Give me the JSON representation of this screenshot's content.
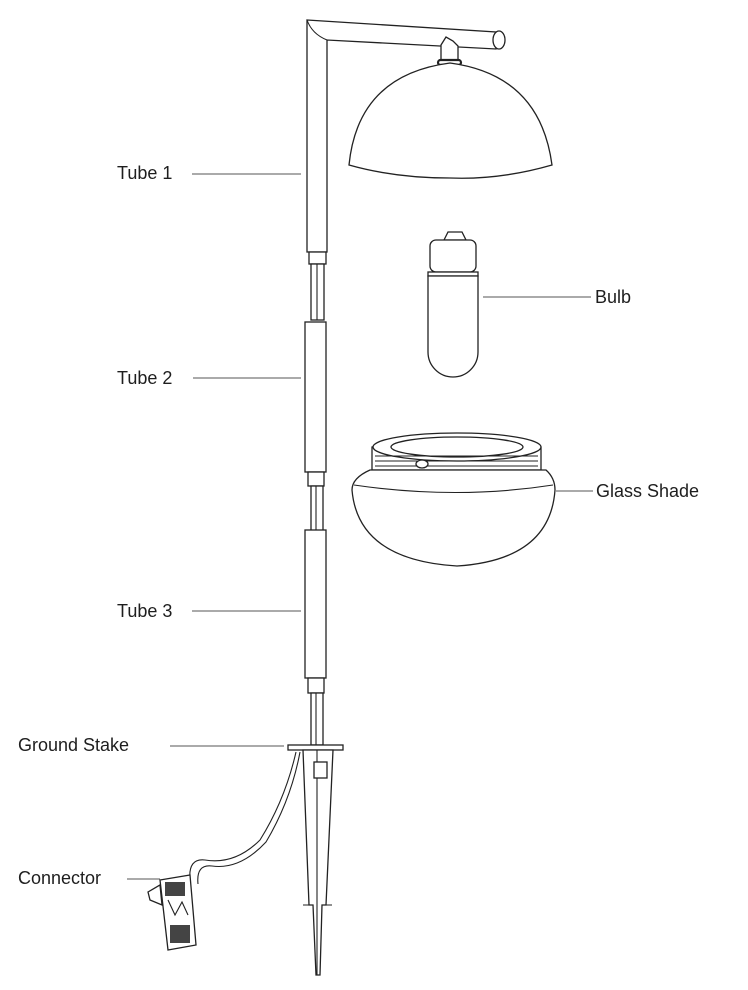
{
  "diagram": {
    "type": "exploded-assembly",
    "subject": "Hanging path light parts",
    "line_color": "#222222",
    "background": "#ffffff"
  },
  "labels": [
    {
      "id": "tube1",
      "text": "Tube 1"
    },
    {
      "id": "tube2",
      "text": "Tube 2"
    },
    {
      "id": "tube3",
      "text": "Tube 3"
    },
    {
      "id": "ground_stake",
      "text": "Ground Stake"
    },
    {
      "id": "connector",
      "text": "Connector"
    },
    {
      "id": "bulb",
      "text": "Bulb"
    },
    {
      "id": "glass_shade",
      "text": "Glass Shade"
    }
  ]
}
